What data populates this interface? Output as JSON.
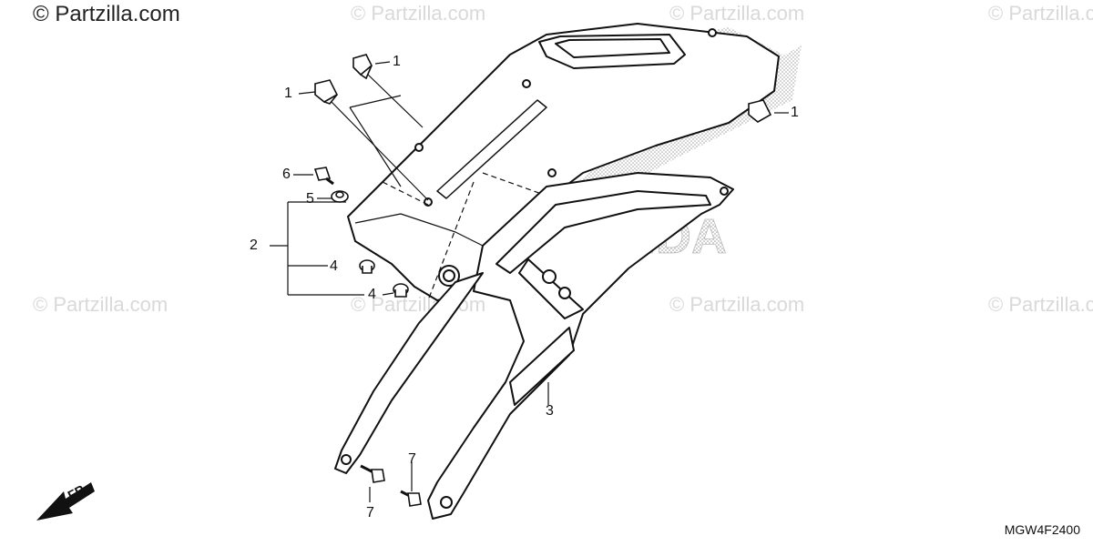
{
  "watermark_text": "© Partzilla.com",
  "watermark_primary": "© Partzilla.com",
  "brand_watermark": "HONDA",
  "diagram_code": "MGW4F2400",
  "direction_label": "FR.",
  "callouts": [
    "1",
    "1",
    "1",
    "2",
    "3",
    "4",
    "4",
    "5",
    "6",
    "7",
    "7"
  ]
}
